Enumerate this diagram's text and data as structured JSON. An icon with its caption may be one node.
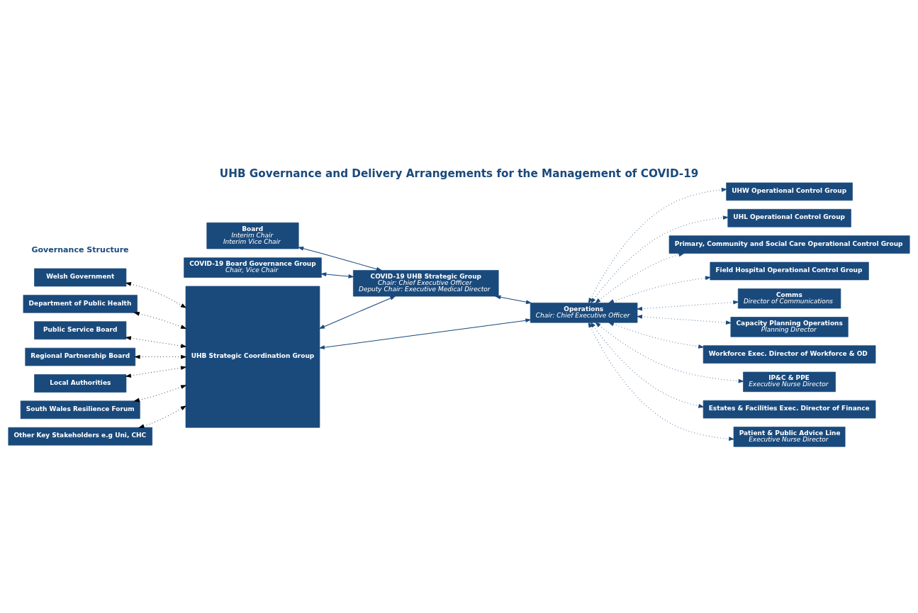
{
  "diagram": {
    "title": "UHB Governance and Delivery Arrangements for the Management of COVID-19",
    "nodes": [
      {
        "text": [
          "Welsh Government"
        ]
      },
      {
        "text": [
          "Department of Public Health"
        ]
      },
      {
        "text": [
          "Public Service Board"
        ]
      },
      {
        "text": [
          "Regional Partnership Board"
        ]
      },
      {
        "text": [
          "Local Authorities"
        ]
      },
      {
        "text": [
          "South Wales Resilience Forum"
        ]
      },
      {
        "text": [
          "Other Key Stakeholders e.g Uni, CHC"
        ]
      },
      {
        "text": [
          "UHB Strategic Coordination Group"
        ]
      },
      {
        "text": [
          "Board",
          "Interim Chair",
          "Interim Vice Chair"
        ]
      },
      {
        "text": [
          "COVID-19 Board Governance Group",
          "Chair, Vice Chair"
        ]
      },
      {
        "text": [
          "COVID-19 UHB Strategic Group",
          "Chair: Chief Executive Officer",
          "Deputy Chair: Executive Medical Director"
        ]
      },
      {
        "text": [
          "Operations",
          "Chair: Chief Executive Officer"
        ]
      },
      {
        "text": [
          "UHW Operational Control Group"
        ]
      },
      {
        "text": [
          "UHL Operational Control Group"
        ]
      },
      {
        "text": [
          "Primary, Community and Social Care Operational Control Group"
        ]
      },
      {
        "text": [
          "Field Hospital Operational Control Group"
        ]
      },
      {
        "text": [
          "Comms",
          "Director of Communications"
        ]
      },
      {
        "text": [
          "Capacity Planning Operations",
          "Planning Director"
        ]
      },
      {
        "text": [
          "Workforce Exec. Director of Workforce & OD"
        ]
      },
      {
        "text": [
          "IP&C & PPE",
          "Executive Nurse Director"
        ]
      },
      {
        "text": [
          "Estates & Facilities Exec. Director of Finance"
        ]
      },
      {
        "text": [
          "Patient & Public Advice Line",
          "Executive Nurse Director"
        ]
      }
    ],
    "edges": [
      {
        "from": 0,
        "to": 7,
        "arrow": "both",
        "style": "dashed",
        "color": "#000000"
      },
      {
        "from": 1,
        "to": 7,
        "arrow": "both",
        "style": "dashed",
        "color": "#000000"
      },
      {
        "from": 2,
        "to": 7,
        "arrow": "both",
        "style": "dashed",
        "color": "#000000"
      },
      {
        "from": 3,
        "to": 7,
        "arrow": "both",
        "style": "dashed",
        "color": "#000000"
      },
      {
        "from": 4,
        "to": 7,
        "arrow": "both",
        "style": "dashed",
        "color": "#000000"
      },
      {
        "from": 5,
        "to": 7,
        "arrow": "both",
        "style": "dashed",
        "color": "#000000"
      },
      {
        "from": 6,
        "to": 7,
        "arrow": "both",
        "style": "dashed",
        "color": "#000000"
      },
      {
        "from": 7,
        "to": 10,
        "arrow": "both"
      },
      {
        "from": 7,
        "to": 11,
        "arrow": "both"
      },
      {
        "from": 8,
        "to": 10,
        "arrow": "both"
      },
      {
        "from": 9,
        "to": 10,
        "arrow": "both"
      },
      {
        "from": 10,
        "to": 11,
        "arrow": "both"
      },
      {
        "from": 11,
        "to": 12,
        "arrow": "both",
        "style": "dashed"
      },
      {
        "from": 11,
        "to": 13,
        "arrow": "both",
        "style": "dashed"
      },
      {
        "from": 11,
        "to": 14,
        "arrow": "both",
        "style": "dashed"
      },
      {
        "from": 11,
        "to": 15,
        "arrow": "both",
        "style": "dashed"
      },
      {
        "from": 11,
        "to": 16,
        "arrow": "both",
        "style": "dashed"
      },
      {
        "from": 11,
        "to": 17,
        "arrow": "both",
        "style": "dashed"
      },
      {
        "from": 11,
        "to": 18,
        "arrow": "both",
        "style": "dashed"
      },
      {
        "from": 11,
        "to": 19,
        "arrow": "both",
        "style": "dashed"
      },
      {
        "from": 11,
        "to": 20,
        "arrow": "both",
        "style": "dashed"
      },
      {
        "from": 11,
        "to": 21,
        "arrow": "both",
        "style": "dashed"
      }
    ],
    "labels": [
      "Governance Structure"
    ]
  }
}
